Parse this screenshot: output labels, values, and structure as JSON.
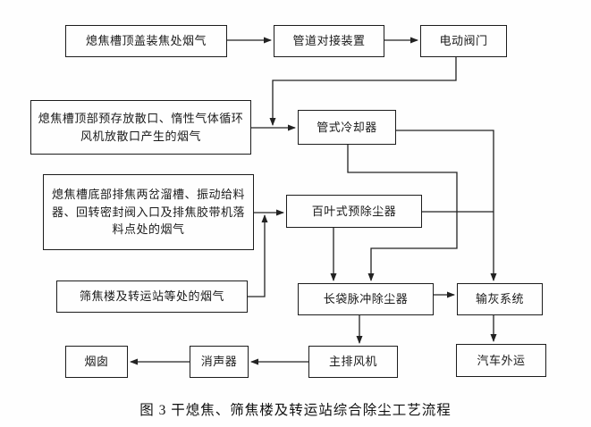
{
  "figure": {
    "caption": "图 3  干熄焦、筛焦楼及转运站综合除尘工艺流程",
    "type": "flowchart",
    "line_color": "#222222",
    "background": "#fefefe"
  },
  "nodes": {
    "top_cover_gas": {
      "label": "熄焦槽顶盖装焦处烟气"
    },
    "pipe_docking": {
      "label": "管道对接装置"
    },
    "electric_valve": {
      "label": "电动阀门"
    },
    "top_vent_gas": {
      "label": "熄焦槽顶部预存放散口、惰性气体循环风机放散口产生的烟气"
    },
    "tube_cooler": {
      "label": "管式冷却器"
    },
    "bottom_discharge_gas": {
      "label": "熄焦槽底部排焦两岔溜槽、振动给料器、回转密封阀入口及排焦胶带机落料点处的烟气"
    },
    "louvre_precollector": {
      "label": "百叶式预除尘器"
    },
    "screening_station_gas": {
      "label": "筛焦楼及转运站等处的烟气"
    },
    "long_bag_pulse_collector": {
      "label": "长袋脉冲除尘器"
    },
    "ash_conveying_system": {
      "label": "输灰系统"
    },
    "main_exhaust_fan": {
      "label": "主排风机"
    },
    "muffler": {
      "label": "消声器"
    },
    "chimney": {
      "label": "烟囱"
    },
    "truck_transport": {
      "label": "汽车外运"
    }
  },
  "edges": [
    {
      "from": "top_cover_gas",
      "to": "pipe_docking"
    },
    {
      "from": "pipe_docking",
      "to": "electric_valve"
    },
    {
      "from": "electric_valve",
      "to": "tube_cooler"
    },
    {
      "from": "top_vent_gas",
      "to": "tube_cooler"
    },
    {
      "from": "tube_cooler",
      "to": "long_bag_pulse_collector"
    },
    {
      "from": "tube_cooler",
      "to": "ash_conveying_system"
    },
    {
      "from": "bottom_discharge_gas",
      "to": "louvre_precollector"
    },
    {
      "from": "screening_station_gas",
      "to": "louvre_precollector"
    },
    {
      "from": "louvre_precollector",
      "to": "long_bag_pulse_collector"
    },
    {
      "from": "louvre_precollector",
      "to": "ash_conveying_system"
    },
    {
      "from": "long_bag_pulse_collector",
      "to": "ash_conveying_system"
    },
    {
      "from": "long_bag_pulse_collector",
      "to": "main_exhaust_fan"
    },
    {
      "from": "ash_conveying_system",
      "to": "truck_transport"
    },
    {
      "from": "main_exhaust_fan",
      "to": "muffler"
    },
    {
      "from": "muffler",
      "to": "chimney"
    }
  ]
}
